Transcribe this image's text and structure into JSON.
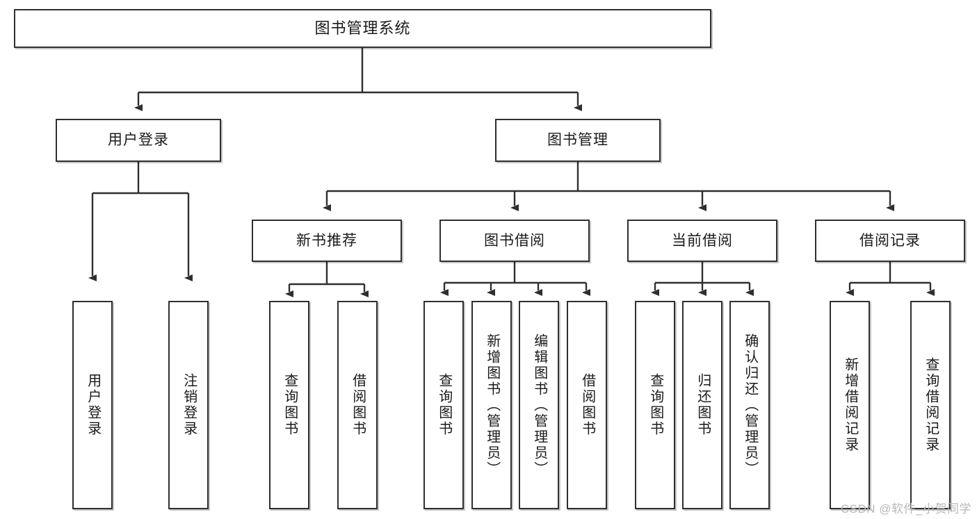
{
  "diagram": {
    "title": "图书管理系统",
    "type": "hierarchy-tree",
    "orientation": "top-down",
    "colors": {
      "box_border": "#2f2f2f",
      "box_fill": "#ffffff",
      "edge": "#2f2f2f",
      "text": "#1a1a1a",
      "watermark": "#b8b8b8"
    },
    "levels": [
      {
        "level": 1,
        "nodes": [
          {
            "id": "root",
            "label": "图书管理系统",
            "text_direction": "horizontal"
          }
        ]
      },
      {
        "level": 2,
        "nodes": [
          {
            "id": "user-login",
            "label": "用户登录",
            "parent": "root",
            "text_direction": "horizontal"
          },
          {
            "id": "book-manage",
            "label": "图书管理",
            "parent": "root",
            "text_direction": "horizontal"
          }
        ]
      },
      {
        "level": 3,
        "nodes": [
          {
            "id": "new-book-rec",
            "label": "新书推荐",
            "parent": "book-manage",
            "text_direction": "horizontal"
          },
          {
            "id": "book-borrow",
            "label": "图书借阅",
            "parent": "book-manage",
            "text_direction": "horizontal"
          },
          {
            "id": "current-borrow",
            "label": "当前借阅",
            "parent": "book-manage",
            "text_direction": "horizontal"
          },
          {
            "id": "borrow-record",
            "label": "借阅记录",
            "parent": "book-manage",
            "text_direction": "horizontal"
          }
        ]
      },
      {
        "level": 4,
        "nodes": [
          {
            "id": "leaf-user-login",
            "label": "用户登录",
            "parent": "user-login",
            "text_direction": "vertical"
          },
          {
            "id": "leaf-logout",
            "label": "注销登录",
            "parent": "user-login",
            "text_direction": "vertical"
          },
          {
            "id": "leaf-query-book-1",
            "label": "查询图书",
            "parent": "new-book-rec",
            "text_direction": "vertical"
          },
          {
            "id": "leaf-borrow-book-1",
            "label": "借阅图书",
            "parent": "new-book-rec",
            "text_direction": "vertical"
          },
          {
            "id": "leaf-query-book-2",
            "label": "查询图书",
            "parent": "book-borrow",
            "text_direction": "vertical"
          },
          {
            "id": "leaf-add-book",
            "label": "新增图书（管理员）",
            "parent": "book-borrow",
            "text_direction": "vertical"
          },
          {
            "id": "leaf-edit-book",
            "label": "编辑图书（管理员）",
            "parent": "book-borrow",
            "text_direction": "vertical"
          },
          {
            "id": "leaf-borrow-book-2",
            "label": "借阅图书",
            "parent": "book-borrow",
            "text_direction": "vertical"
          },
          {
            "id": "leaf-query-book-3",
            "label": "查询图书",
            "parent": "current-borrow",
            "text_direction": "vertical"
          },
          {
            "id": "leaf-return-book",
            "label": "归还图书",
            "parent": "current-borrow",
            "text_direction": "vertical"
          },
          {
            "id": "leaf-confirm-return",
            "label": "确认归还（管理员）",
            "parent": "current-borrow",
            "text_direction": "vertical"
          },
          {
            "id": "leaf-add-record",
            "label": "新增借阅记录",
            "parent": "borrow-record",
            "text_direction": "vertical"
          },
          {
            "id": "leaf-query-record",
            "label": "查询借阅记录",
            "parent": "borrow-record",
            "text_direction": "vertical"
          }
        ]
      }
    ]
  },
  "watermark": {
    "text": "CSDN @软件_小贺同学"
  }
}
